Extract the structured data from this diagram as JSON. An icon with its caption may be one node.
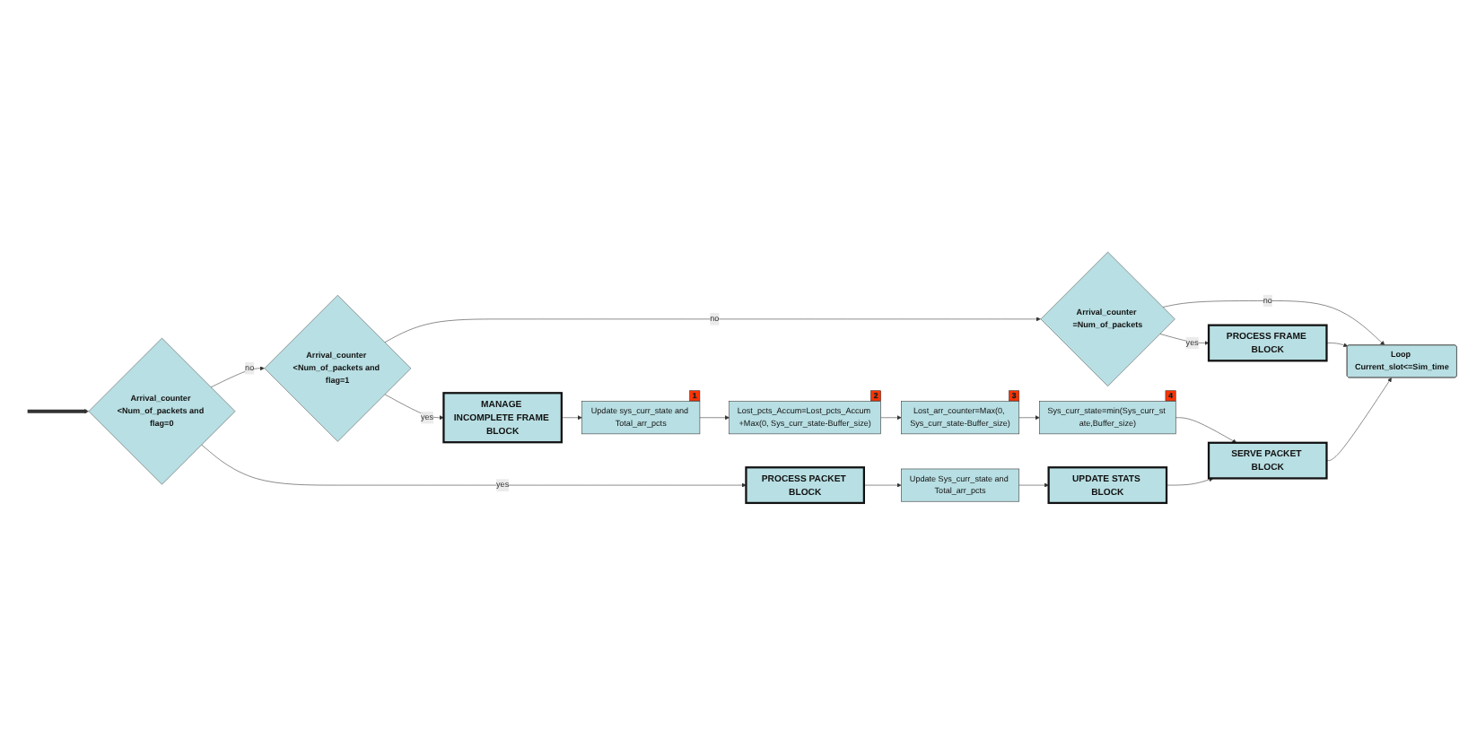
{
  "diagram": {
    "nodes": [
      {
        "text": [
          "Arrival_counter <Num_of_packets and flag=0"
        ]
      },
      {
        "text": [
          "Arrival_counter <Num_of_packets and flag=1"
        ]
      },
      {
        "text": [
          "Arrival_counter =Num_of_packets"
        ]
      },
      {
        "text": [
          "Loop Current_slot<=Sim_time"
        ]
      },
      {
        "text": [
          "PROCESS PACKET BLOCK"
        ]
      },
      {
        "text": [
          "MANAGE INCOMPLETE FRAME BLOCK"
        ]
      },
      {
        "text": [
          "PROCESS FRAME BLOCK"
        ]
      },
      {
        "text": [
          "Update Sys_curr_state and Total_arr_pcts"
        ]
      },
      {
        "text": [
          "Update sys_curr_state and Total_arr_pcts"
        ],
        "beside": [
          "1"
        ]
      },
      {
        "text": [
          "Lost_pcts_Accum=Lost_pcts_Accum +Max(0, Sys_curr_state-Buffer_size)"
        ],
        "beside": [
          "2"
        ]
      },
      {
        "text": [
          "Lost_arr_counter=Max(0, Sys_curr_state-Buffer_size)"
        ],
        "beside": [
          "3"
        ]
      },
      {
        "text": [
          "Sys_curr_state=min(Sys_curr_st ate,Buffer_size)"
        ],
        "beside": [
          "4"
        ]
      },
      {
        "text": [
          "UPDATE STATS BLOCK"
        ]
      },
      {
        "text": [
          "SERVE PACKET BLOCK"
        ]
      }
    ],
    "edges": [
      {
        "from": null,
        "to": 0,
        "arrow": "to",
        "style": "thick"
      },
      {
        "from": 0,
        "to": 1,
        "arrow": "to",
        "label": "no"
      },
      {
        "from": 1,
        "to": 2,
        "arrow": "to",
        "label": "no"
      },
      {
        "from": 2,
        "to": 3,
        "arrow": "to",
        "label": "no"
      },
      {
        "from": 0,
        "to": 4,
        "arrow": "to",
        "label": "yes"
      },
      {
        "from": 1,
        "to": 5,
        "arrow": "to",
        "label": "yes"
      },
      {
        "from": 2,
        "to": 6,
        "arrow": "to",
        "label": "yes"
      },
      {
        "from": 6,
        "to": 3,
        "arrow": "to"
      },
      {
        "from": 4,
        "to": 7,
        "arrow": "to"
      },
      {
        "from": 5,
        "to": 8,
        "arrow": "to"
      },
      {
        "from": 8,
        "to": 9,
        "arrow": "to"
      },
      {
        "from": 9,
        "to": 10,
        "arrow": "to"
      },
      {
        "from": 10,
        "to": 11,
        "arrow": "to"
      },
      {
        "from": 11,
        "to": 13,
        "arrow": "to"
      },
      {
        "from": 7,
        "to": 12,
        "arrow": "to"
      },
      {
        "from": 12,
        "to": 13,
        "arrow": "to"
      },
      {
        "from": 13,
        "to": 3,
        "arrow": "to"
      }
    ]
  }
}
